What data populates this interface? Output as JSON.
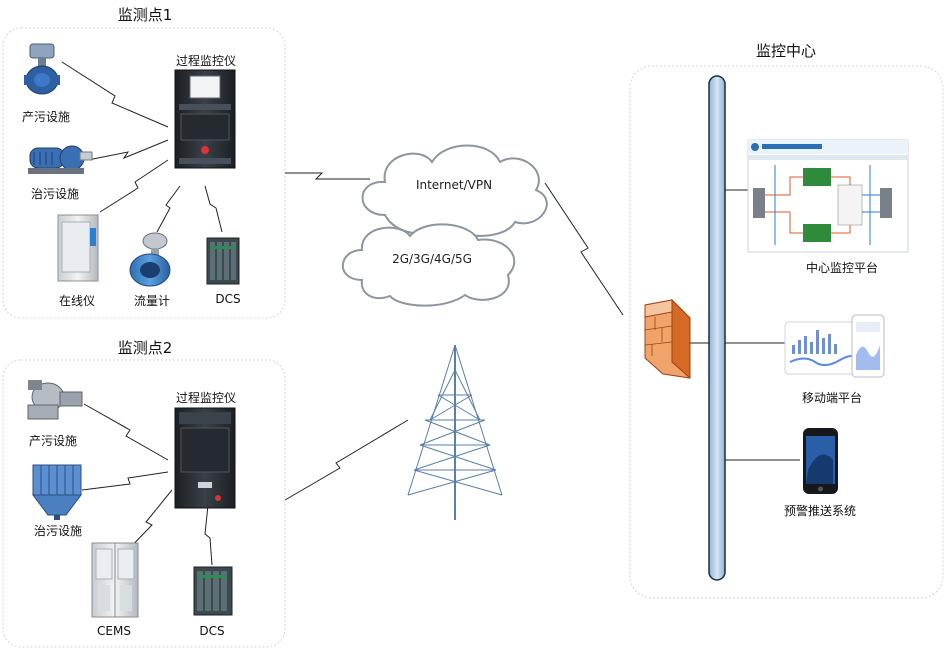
{
  "site1": {
    "title": "监测点1",
    "monitor_label": "过程监控仪",
    "devices": [
      "产污设施",
      "治污设施",
      "在线仪",
      "流量计",
      "DCS"
    ]
  },
  "site2": {
    "title": "监测点2",
    "monitor_label": "过程监控仪",
    "devices": [
      "产污设施",
      "治污设施",
      "CEMS",
      "DCS"
    ]
  },
  "network": {
    "cloud_internet": "Internet/VPN",
    "cloud_mobile": "2G/3G/4G/5G"
  },
  "center": {
    "title": "监控中心",
    "platforms": [
      "中心监控平台",
      "移动端平台",
      "预警推送系统"
    ]
  },
  "colors": {
    "panel_border": "#cfd8d2",
    "bus_fill": "#b9d3ea",
    "firewall": "#e8762c",
    "tower": "#5a7fa8",
    "lightning": "#222222"
  },
  "icons": [
    "valve-icon",
    "pump-icon",
    "analyzer-cabinet-icon",
    "flowmeter-icon",
    "dcs-icon",
    "blower-icon",
    "dust-collector-icon",
    "cems-cabinet-icon",
    "monitor-cabinet-icon",
    "cloud-icon",
    "firewall-icon",
    "tower-icon",
    "dashboard-screen-icon",
    "tablet-icon",
    "smartphone-icon"
  ]
}
